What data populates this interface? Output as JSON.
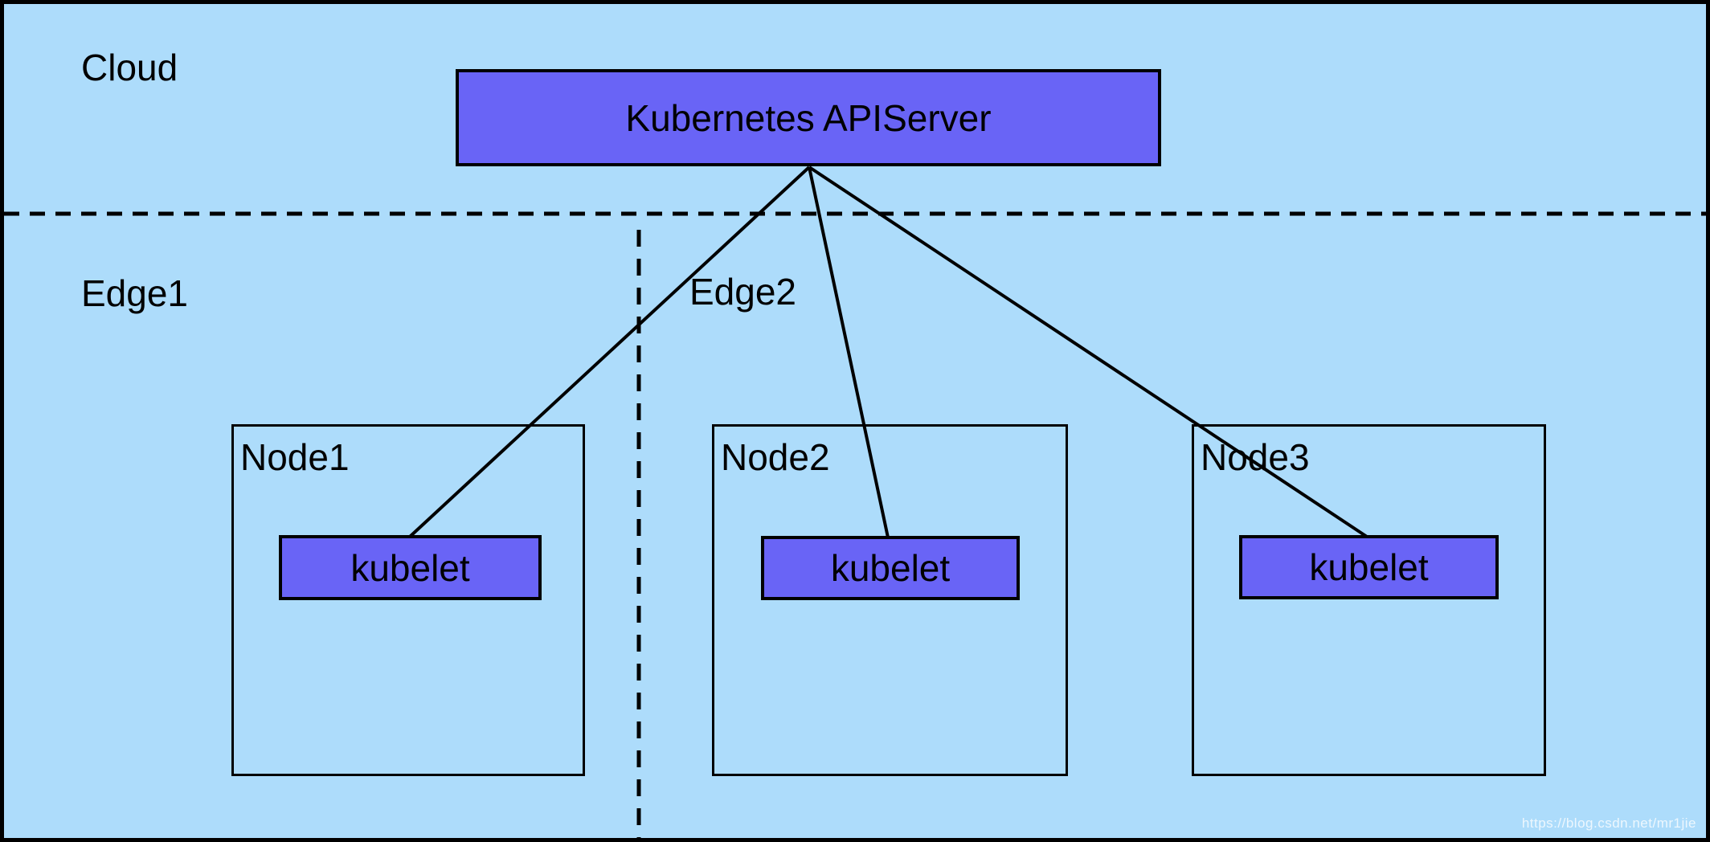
{
  "diagram": {
    "zones": [
      {
        "id": "cloud",
        "label": "Cloud"
      },
      {
        "id": "edge1",
        "label": "Edge1"
      },
      {
        "id": "edge2",
        "label": "Edge2"
      }
    ],
    "apiserver": {
      "label": "Kubernetes APIServer"
    },
    "nodes": [
      {
        "label": "Node1",
        "component": "kubelet",
        "zone": "Edge1"
      },
      {
        "label": "Node2",
        "component": "kubelet",
        "zone": "Edge2"
      },
      {
        "label": "Node3",
        "component": "kubelet",
        "zone": "Edge2"
      }
    ],
    "connections": [
      {
        "from": "Kubernetes APIServer",
        "to": "Node1 kubelet"
      },
      {
        "from": "Kubernetes APIServer",
        "to": "Node2 kubelet"
      },
      {
        "from": "Kubernetes APIServer",
        "to": "Node3 kubelet"
      }
    ],
    "boundaries": [
      {
        "id": "cloud-edge",
        "style": "dashed",
        "orientation": "horizontal"
      },
      {
        "id": "edge1-edge2",
        "style": "dashed",
        "orientation": "vertical"
      }
    ],
    "colors": {
      "background": "#ADDCFB",
      "box_fill": "#6964F6",
      "line": "#000000",
      "text": "#000000",
      "watermark_text": "#E8F2FB"
    },
    "watermark": "https://blog.csdn.net/mr1jie"
  }
}
